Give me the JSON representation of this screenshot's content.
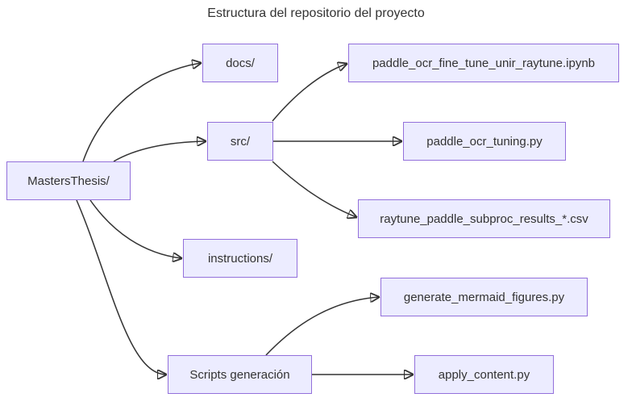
{
  "title": "Estructura del repositorio del proyecto",
  "diagram_type": "flowchart-LR",
  "colors": {
    "node_fill": "#ECECFF",
    "node_border": "#9370DB",
    "edge": "#333333",
    "text": "#333333",
    "background": "#ffffff"
  },
  "nodes": {
    "root": {
      "label": "MastersThesis/"
    },
    "docs": {
      "label": "docs/"
    },
    "src": {
      "label": "src/"
    },
    "instructions": {
      "label": "instructions/"
    },
    "scripts": {
      "label": "Scripts generación"
    },
    "ipynb": {
      "label": "paddle_ocr_fine_tune_unir_raytune.ipynb"
    },
    "tuning": {
      "label": "paddle_ocr_tuning.py"
    },
    "csv": {
      "label": "raytune_paddle_subproc_results_*.csv"
    },
    "genfig": {
      "label": "generate_mermaid_figures.py"
    },
    "apply": {
      "label": "apply_content.py"
    }
  },
  "edges": [
    {
      "from": "MastersThesis/",
      "to": "docs/"
    },
    {
      "from": "MastersThesis/",
      "to": "src/"
    },
    {
      "from": "MastersThesis/",
      "to": "instructions/"
    },
    {
      "from": "MastersThesis/",
      "to": "Scripts generación"
    },
    {
      "from": "src/",
      "to": "paddle_ocr_fine_tune_unir_raytune.ipynb"
    },
    {
      "from": "src/",
      "to": "paddle_ocr_tuning.py"
    },
    {
      "from": "src/",
      "to": "raytune_paddle_subproc_results_*.csv"
    },
    {
      "from": "Scripts generación",
      "to": "generate_mermaid_figures.py"
    },
    {
      "from": "Scripts generación",
      "to": "apply_content.py"
    }
  ]
}
